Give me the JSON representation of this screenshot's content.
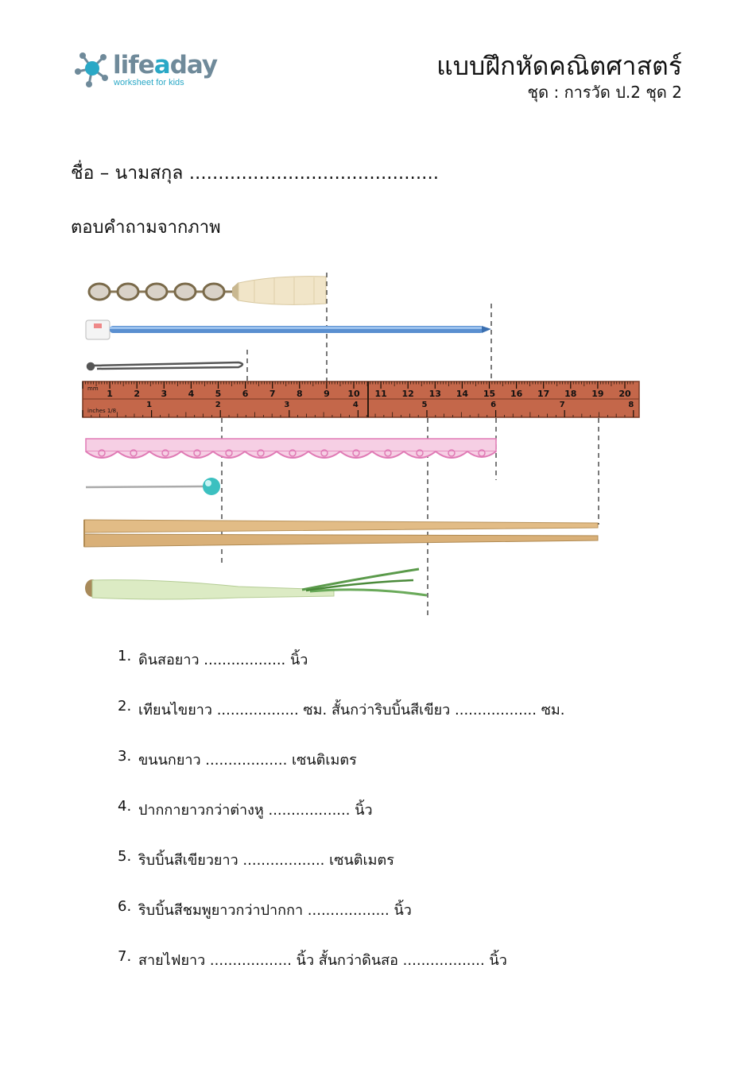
{
  "header": {
    "logo": {
      "brand_part1": "life",
      "brand_part2": "a",
      "brand_part3": "day",
      "tagline": "worksheet for kids",
      "accent_color": "#2aa8c6",
      "gray_color": "#6f8a9a"
    },
    "title": "แบบฝึกหัดคณิตศาสตร์",
    "subtitle": "ชุด : การวัด ป.2 ชุด 2"
  },
  "name_line": "ชื่อ – นามสกุล ...........................................",
  "instruction": "ตอบคำถามจากภาพ",
  "figure": {
    "items": [
      "chain-with-tassel",
      "knitting-needle",
      "hair-pin",
      "ruler",
      "pink-lace-ribbon",
      "pearl-pin",
      "chopsticks",
      "lemongrass"
    ],
    "ruler": {
      "cm_labels": [
        "1",
        "2",
        "3",
        "4",
        "5",
        "6",
        "7",
        "8",
        "9",
        "10",
        "11",
        "12",
        "13",
        "14",
        "15",
        "16",
        "17",
        "18",
        "19",
        "20"
      ],
      "inch_labels": [
        "1",
        "2",
        "3",
        "4",
        "5",
        "6",
        "7",
        "8"
      ],
      "top_left_text": "mm",
      "bottom_left_text": "inches 1/8",
      "color": "#c4674a"
    }
  },
  "questions": [
    {
      "num": "1.",
      "text": "ดินสอยาว  .................. นิ้ว"
    },
    {
      "num": "2.",
      "text": "เทียนไขยาว .................. ซม. สั้นกว่าริบบิ้นสีเขียว .................. ซม."
    },
    {
      "num": "3.",
      "text": "ขนนกยาว  .................. เซนติเมตร"
    },
    {
      "num": "4.",
      "text": "ปากกายาวกว่าต่างหู  .................. นิ้ว"
    },
    {
      "num": "5.",
      "text": "ริบบิ้นสีเขียวยาว .................. เซนติเมตร"
    },
    {
      "num": "6.",
      "text": "ริบบิ้นสีชมพูยาวกว่าปากกา .................. นิ้ว"
    },
    {
      "num": "7.",
      "text": "สายไฟยาว .................. นิ้ว สั้นกว่าดินสอ .................. นิ้ว"
    }
  ]
}
